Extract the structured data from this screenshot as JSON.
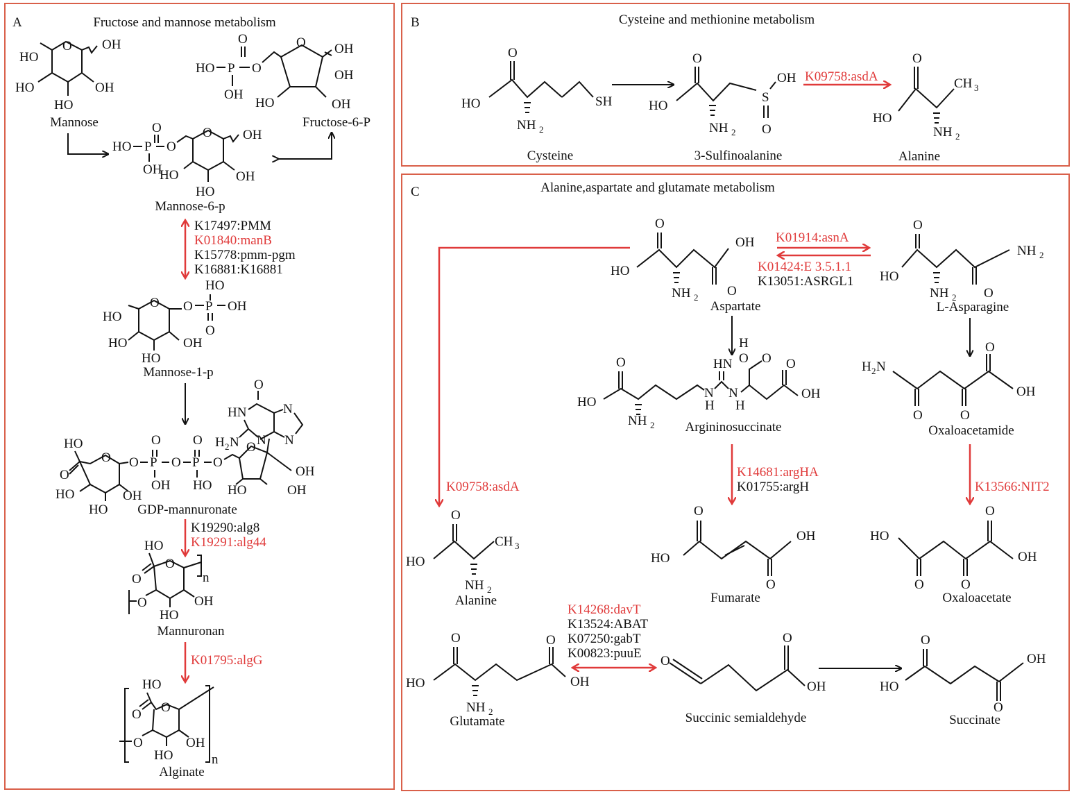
{
  "colors": {
    "panel_border": "#d9604a",
    "highlight": "#e03a3a",
    "text": "#111111"
  },
  "panels": {
    "a": {
      "letter": "A",
      "title": "Fructose and mannose metabolism",
      "compounds": {
        "mannose": "Mannose",
        "fructose6p": "Fructose-6-P",
        "mannose6p": "Mannose-6-p",
        "mannose1p": "Mannose-1-p",
        "gdp_mannuronate": "GDP-mannuronate",
        "mannuronan": "Mannuronan",
        "alginate": "Alginate"
      },
      "enzymes": {
        "m6p_to_m1p": [
          {
            "label": "K17497:PMM",
            "highlight": false
          },
          {
            "label": "K01840:manB",
            "highlight": true
          },
          {
            "label": "K15778:pmm-pgm",
            "highlight": false
          },
          {
            "label": "K16881:K16881",
            "highlight": false
          }
        ],
        "gdp_to_mannuronan": [
          {
            "label": "K19290:alg8",
            "highlight": false
          },
          {
            "label": "K19291:alg44",
            "highlight": true
          }
        ],
        "mannuronan_to_alginate": [
          {
            "label": "K01795:algG",
            "highlight": true
          }
        ]
      }
    },
    "b": {
      "letter": "B",
      "title": "Cysteine and methionine metabolism",
      "compounds": {
        "cysteine": "Cysteine",
        "sulfinoalanine": "3-Sulfinoalanine",
        "alanine": "Alanine"
      },
      "enzymes": {
        "sulfino_to_alanine": [
          {
            "label": "K09758:asdA",
            "highlight": true
          }
        ]
      }
    },
    "c": {
      "letter": "C",
      "title": "Alanine,aspartate and glutamate metabolism",
      "compounds": {
        "aspartate": "Aspartate",
        "asparagine": "L-Asparagine",
        "argininosuccinate": "Argininosuccinate",
        "oxaloacetamide": "Oxaloacetamide",
        "alanine": "Alanine",
        "fumarate": "Fumarate",
        "oxaloacetate": "Oxaloacetate",
        "glutamate": "Glutamate",
        "succinic_semialdehyde": "Succinic semialdehyde",
        "succinate": "Succinate"
      },
      "enzymes": {
        "asp_to_asn": [
          {
            "label": "K01914:asnA",
            "highlight": true
          }
        ],
        "asn_to_asp": [
          {
            "label": "K01424:E 3.5.1.1",
            "highlight": true
          },
          {
            "label": "K13051:ASRGL1",
            "highlight": false
          }
        ],
        "asp_to_ala": [
          {
            "label": "K09758:asdA",
            "highlight": true
          }
        ],
        "argsucc_to_fumarate": [
          {
            "label": "K14681:argHA",
            "highlight": true
          },
          {
            "label": "K01755:argH",
            "highlight": false
          }
        ],
        "oxaloacetamide_to_oxaloacetate": [
          {
            "label": "K13566:NIT2",
            "highlight": true
          }
        ],
        "glu_to_ssa": [
          {
            "label": "K14268:davT",
            "highlight": true
          },
          {
            "label": "K13524:ABAT",
            "highlight": false
          },
          {
            "label": "K07250:gabT",
            "highlight": false
          },
          {
            "label": "K00823:puuE",
            "highlight": false
          }
        ]
      }
    }
  },
  "atoms": {
    "O": "O",
    "OH": "OH",
    "HO": "HO",
    "P": "P",
    "S": "S",
    "SH": "SH",
    "NH": "NH",
    "N": "N",
    "H": "H",
    "HN": "HN",
    "CH": "CH",
    "n": "n",
    "sub2": "2",
    "sub3": "3"
  }
}
